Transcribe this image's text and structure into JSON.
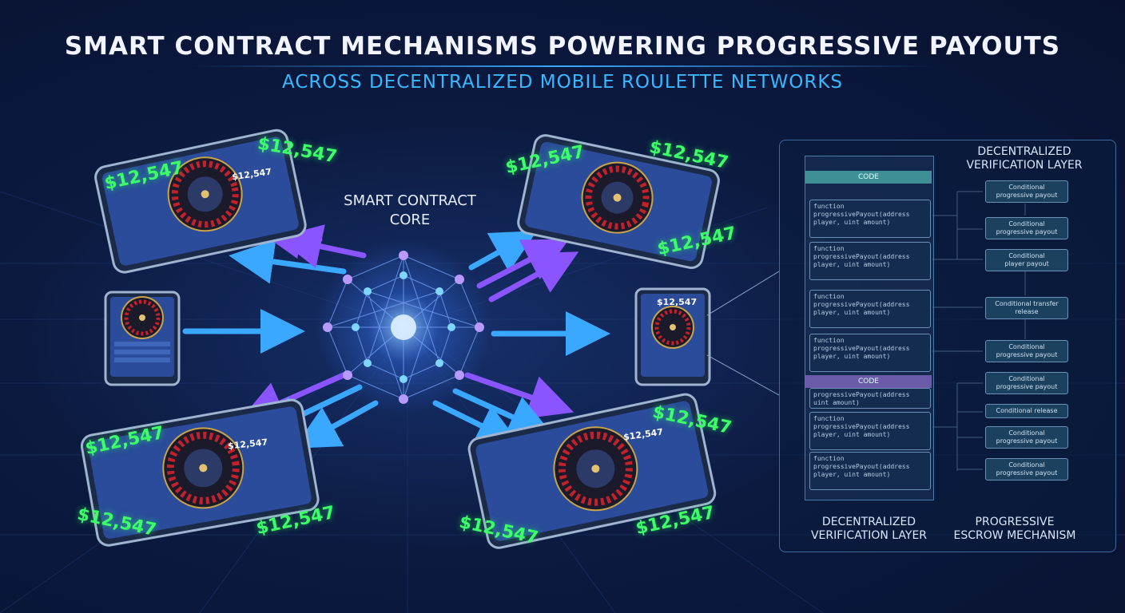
{
  "title": "SMART CONTRACT MECHANISMS POWERING PROGRESSIVE PAYOUTS",
  "subtitle": "ACROSS DECENTRALIZED MOBILE ROULETTE NETWORKS",
  "core_label": [
    "SMART CONTRACT",
    "CORE"
  ],
  "payout_amount": "$12,547",
  "panel": {
    "top_label": [
      "DECENTRALIZED",
      "VERIFICATION LAYER"
    ],
    "code_header": "CODE",
    "code_header_2": "CODE",
    "functions": [
      "function\nprogressivePayout(address\nplayer, uint amount)",
      "function\nprogressivePayout(address\nplayer, uint amount)",
      "function\nprogressivePayout(address\nplayer, uint amount)",
      "function\nprogressivePayout(address\nplayer, uint amount)",
      "progressivePayout(address\nuint amount)",
      "function\nprogressivePayout(address\nplayer, uint amount)",
      "function\nprogressivePayout(address\nplayer, uint amount)"
    ],
    "conditions": [
      "Conditional\nprogressive payout",
      "Conditional\nprogressive payout",
      "Conditional\nplayer payout",
      "Conditional transfer\nrelease",
      "Conditional\nprogressive payout",
      "Conditional\nprogressive payout",
      "Conditional release",
      "Conditional\nprogressive payout",
      "Conditional\nprogressive payout"
    ],
    "bottom_left_label": [
      "DECENTRALIZED",
      "VERIFICATION LAYER"
    ],
    "bottom_right_label": [
      "PROGRESSIVE",
      "ESCROW MECHANISM"
    ]
  },
  "colors": {
    "money": "#3dff6a",
    "accent": "#39b8ff",
    "arrow_purple": "#8a55ff",
    "arrow_blue": "#3aa8ff"
  }
}
